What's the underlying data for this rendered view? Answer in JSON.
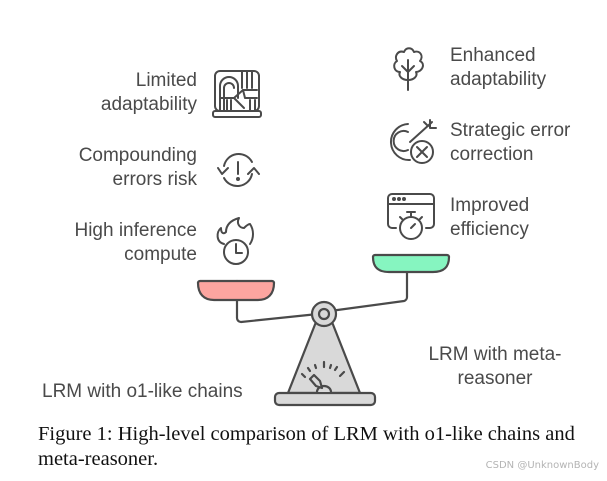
{
  "diagram": {
    "left_items": [
      {
        "icon": "limited-adaptability-icon",
        "line1": "Limited",
        "line2": "adaptability"
      },
      {
        "icon": "compounding-errors-icon",
        "line1": "Compounding",
        "line2": "errors risk"
      },
      {
        "icon": "high-inference-compute-icon",
        "line1": "High inference",
        "line2": "compute"
      }
    ],
    "right_items": [
      {
        "icon": "tree-icon",
        "line1": "Enhanced",
        "line2": "adaptability"
      },
      {
        "icon": "target-error-icon",
        "line1": "Strategic error",
        "line2": "correction"
      },
      {
        "icon": "stopwatch-window-icon",
        "line1": "Improved",
        "line2": "efficiency"
      }
    ],
    "left_label": "LRM with o1-like chains",
    "right_label_line1": "LRM with meta-",
    "right_label_line2": "reasoner",
    "colors": {
      "left_pan": "#FCA5A0",
      "right_pan": "#86F5C0",
      "scale_body": "#D9D9D9",
      "stroke": "#4A4A4A"
    }
  },
  "caption": {
    "prefix": "Figure 1:",
    "text": " High-level comparison of LRM with o1-like chains and meta-reasoner."
  },
  "watermark": "CSDN @UnknownBody"
}
